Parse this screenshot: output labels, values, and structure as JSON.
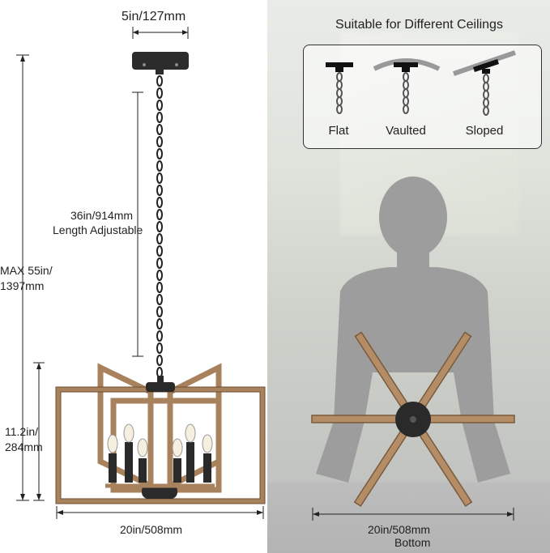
{
  "dimensions": {
    "canopy_width": "5in/127mm",
    "chain_length": "36in/914mm",
    "chain_note": "Length Adjustable",
    "max_height_line1": "MAX 55in/",
    "max_height_line2": "1397mm",
    "fixture_height_line1": "11.2in/",
    "fixture_height_line2": "284mm",
    "fixture_width": "20in/508mm",
    "bottom_width": "20in/508mm",
    "bottom_label": "Bottom"
  },
  "ceilings": {
    "title": "Suitable for Different Ceilings",
    "types": [
      "Flat",
      "Vaulted",
      "Sloped"
    ]
  },
  "colors": {
    "wood": "#a8825d",
    "metal": "#2a2a2a",
    "silhouette": "#9c9c9c"
  }
}
